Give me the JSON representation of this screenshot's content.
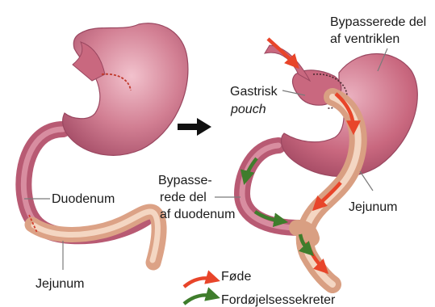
{
  "labels": {
    "duodenum": "Duodenum",
    "jejunum_left": "Jejunum",
    "bypassed_stomach_line1": "Bypasserede del",
    "bypassed_stomach_line2": "af ventriklen",
    "gastric_pouch_line1": "Gastrisk",
    "gastric_pouch_line2": "pouch",
    "bypassed_duodenum_line1": "Bypasse-",
    "bypassed_duodenum_line2": "rede del",
    "bypassed_duodenum_line3": "af duodenum",
    "jejunum_right": "Jejunum"
  },
  "legend": {
    "food": "Føde",
    "digestive_juices": "Fordøjelsessekreter"
  },
  "colors": {
    "stomach": "#c97386",
    "stomach_dark": "#a9506a",
    "jejunum": "#e8b898",
    "food_arrow": "#e8452a",
    "secretion_arrow": "#3f7d2c",
    "transition_arrow": "#111111"
  }
}
